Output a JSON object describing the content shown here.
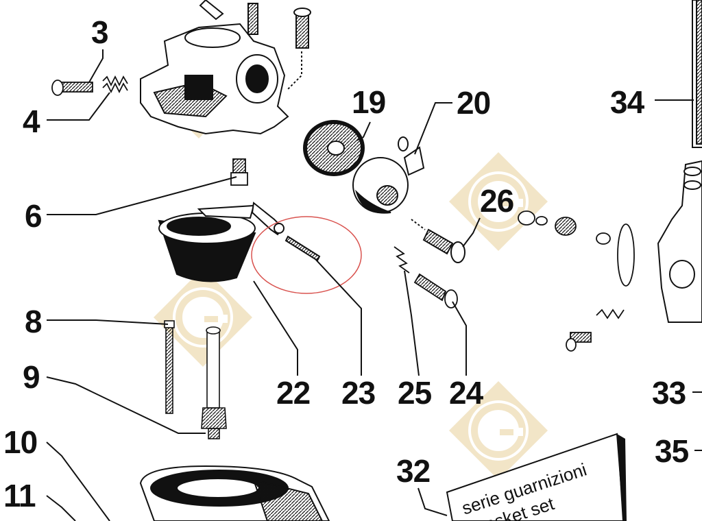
{
  "callouts": {
    "c3": "3",
    "c4": "4",
    "c6": "6",
    "c8": "8",
    "c9": "9",
    "c10": "10",
    "c11": "11",
    "c19": "19",
    "c20": "20",
    "c22": "22",
    "c23": "23",
    "c24": "24",
    "c25": "25",
    "c26": "26",
    "c32": "32",
    "c33": "33",
    "c34": "34",
    "c35": "35"
  },
  "gasket_card": {
    "line1": "serie guarnizioni",
    "line2": "gasket set"
  },
  "colors": {
    "watermark": "#e8cf9a",
    "ink": "#111111",
    "highlight_circle": "#d9534f"
  },
  "watermark_logo": "G"
}
